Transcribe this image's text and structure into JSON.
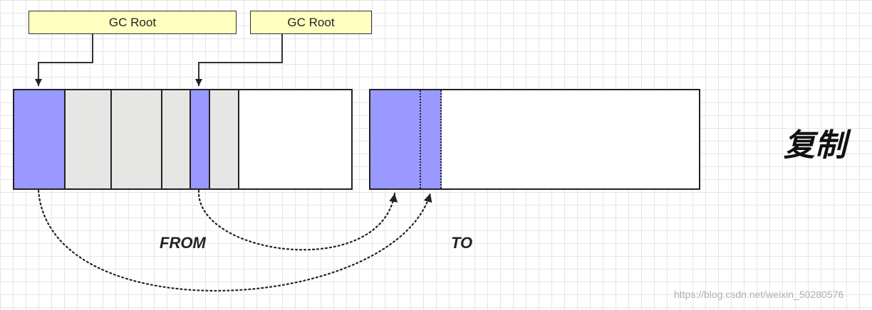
{
  "gc_roots": [
    {
      "label": "GC Root"
    },
    {
      "label": "GC Root"
    }
  ],
  "from": {
    "label": "FROM"
  },
  "to": {
    "label": "TO"
  },
  "title": "复制",
  "watermark": "https://blog.csdn.net/weixin_50280576",
  "colors": {
    "live_object": "#9999ff",
    "dead_object": "#e6e6e4",
    "gc_root_fill": "#ffffc0",
    "grid": "#e6e6e6"
  }
}
